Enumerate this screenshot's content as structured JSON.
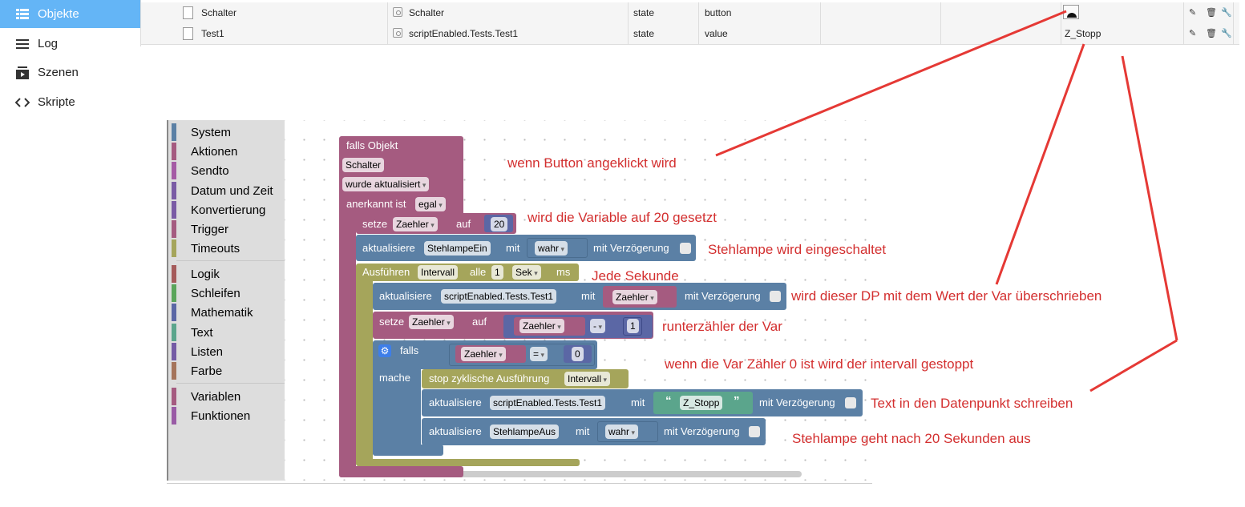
{
  "sidebar": {
    "items": [
      {
        "label": "Objekte",
        "icon": "list-table-icon",
        "active": true
      },
      {
        "label": "Log",
        "icon": "lines-icon"
      },
      {
        "label": "Szenen",
        "icon": "scenes-icon"
      },
      {
        "label": "Skripte",
        "icon": "code-icon"
      }
    ]
  },
  "objects_table": {
    "rows": [
      {
        "name": "Schalter",
        "id": "Schalter",
        "type": "state",
        "role": "button",
        "value": ""
      },
      {
        "name": "Test1",
        "id": "scriptEnabled.Tests.Test1",
        "type": "state",
        "role": "value",
        "value": "Z_Stopp"
      }
    ],
    "action_icons": [
      "pencil-icon",
      "trash-icon",
      "wrench-icon"
    ]
  },
  "toolbox": {
    "group1": [
      "System",
      "Aktionen",
      "Sendto",
      "Datum und Zeit",
      "Konvertierung",
      "Trigger",
      "Timeouts"
    ],
    "group2": [
      "Logik",
      "Schleifen",
      "Mathematik",
      "Text",
      "Listen",
      "Farbe"
    ],
    "group3": [
      "Variablen",
      "Funktionen"
    ],
    "colors": [
      "#5b80a5",
      "#a55b80",
      "#a55ba5",
      "#7a5ba5",
      "#7a5ba5",
      "#a55b80",
      "#a5a55b",
      "#a55b5b",
      "#5ba55b",
      "#5b67a5",
      "#5ba58c",
      "#745ba5",
      "#a5745b",
      "#a55b80",
      "#995ba5"
    ]
  },
  "blocks": {
    "falls_objekt": "falls Objekt",
    "schalter": "Schalter",
    "wurde_aktualisiert": "wurde aktualisiert",
    "anerkannt_ist": "anerkannt ist",
    "egal": "egal",
    "setze": "setze",
    "zaehler": "Zaehler",
    "auf": "auf",
    "zwanzig": "20",
    "aktualisiere": "aktualisiere",
    "stehlampe_ein": "StehlampeEin",
    "mit": "mit",
    "wahr": "wahr",
    "mit_verzoegerung": "mit Verzögerung",
    "ausfuehren": "Ausführen",
    "intervall": "Intervall",
    "alle": "alle",
    "eins": "1",
    "sek": "Sek",
    "ms": "ms",
    "test1_id": "scriptEnabled.Tests.Test1",
    "minus": "-",
    "falls": "falls",
    "gleich": "=",
    "null": "0",
    "mache": "mache",
    "stop_zyklisch": "stop zyklische Ausführung",
    "z_stopp": "Z_Stopp",
    "quote_open": "“",
    "quote_close": "”",
    "stehlampe_aus": "StehlampeAus"
  },
  "annotations": {
    "a1": "wenn Button angeklickt wird",
    "a2": "wird die Variable auf 20 gesetzt",
    "a3": "Stehlampe wird eingeschaltet",
    "a4": "Jede Sekunde",
    "a5": "wird dieser DP mit dem Wert der Var überschrieben",
    "a6": "runterzähler der Var",
    "a7": "wenn die Var Zähler 0 ist wird der intervall gestoppt",
    "a8": "Text in den Datenpunkt schreiben",
    "a9": "Stehlampe geht nach 20 Sekunden aus"
  },
  "colors": {
    "sidebar_active": "#64b5f6",
    "event_block": "#a55b80",
    "action_block": "#5b80a5",
    "timeout_block": "#a5a55b",
    "logic_block": "#5b67a5",
    "variable_block": "#a55b80",
    "text_block": "#5ba58c",
    "annotation": "#d32f2f"
  }
}
